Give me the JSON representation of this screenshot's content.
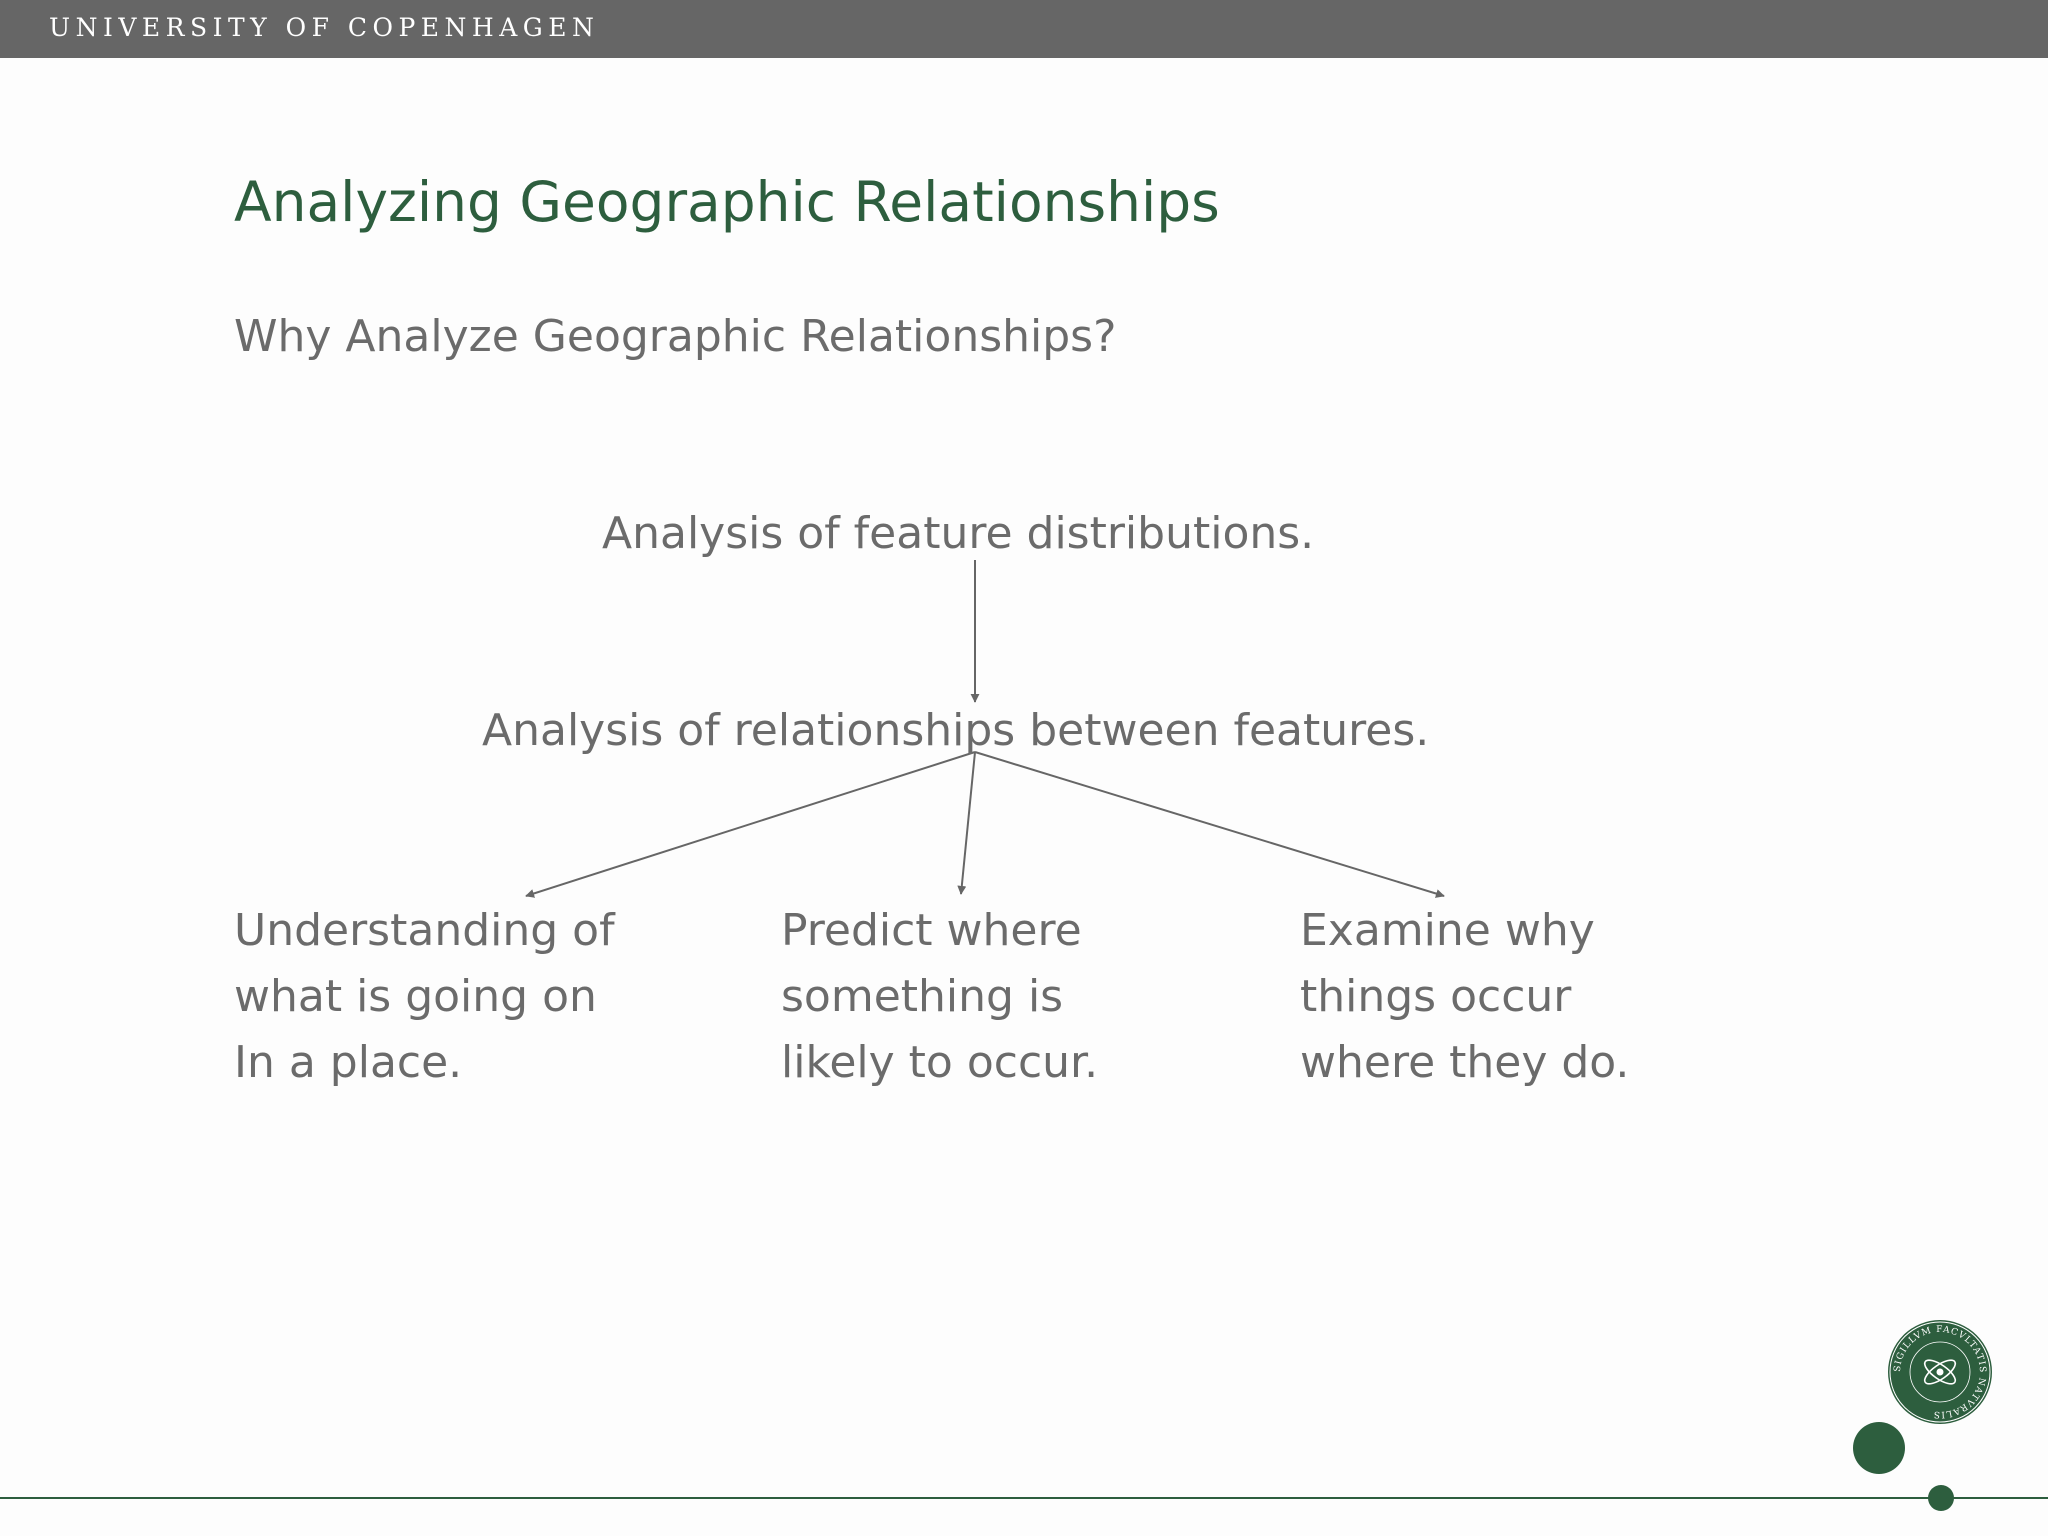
{
  "header": {
    "university_name": "UNIVERSITY OF COPENHAGEN"
  },
  "slide": {
    "title": "Analyzing Geographic Relationships",
    "subtitle": "Why Analyze Geographic Relationships?",
    "diagram": {
      "top_node": "Analysis of feature distributions.",
      "middle_node": "Analysis of relationships between features.",
      "leaves": [
        {
          "lines": [
            "Understanding of",
            "what is going on",
            "In a place."
          ]
        },
        {
          "lines": [
            "Predict where",
            "something is",
            "likely to occur."
          ]
        },
        {
          "lines": [
            "Examine why",
            "things occur",
            "where they do."
          ]
        }
      ]
    }
  },
  "branding": {
    "seal_icon": "faculty-seal-icon",
    "seal_text": "SIGILLVM FACVLTATIS NATVRALIS",
    "accent_color": "#2d5e3e",
    "header_bar_color": "#666666"
  }
}
